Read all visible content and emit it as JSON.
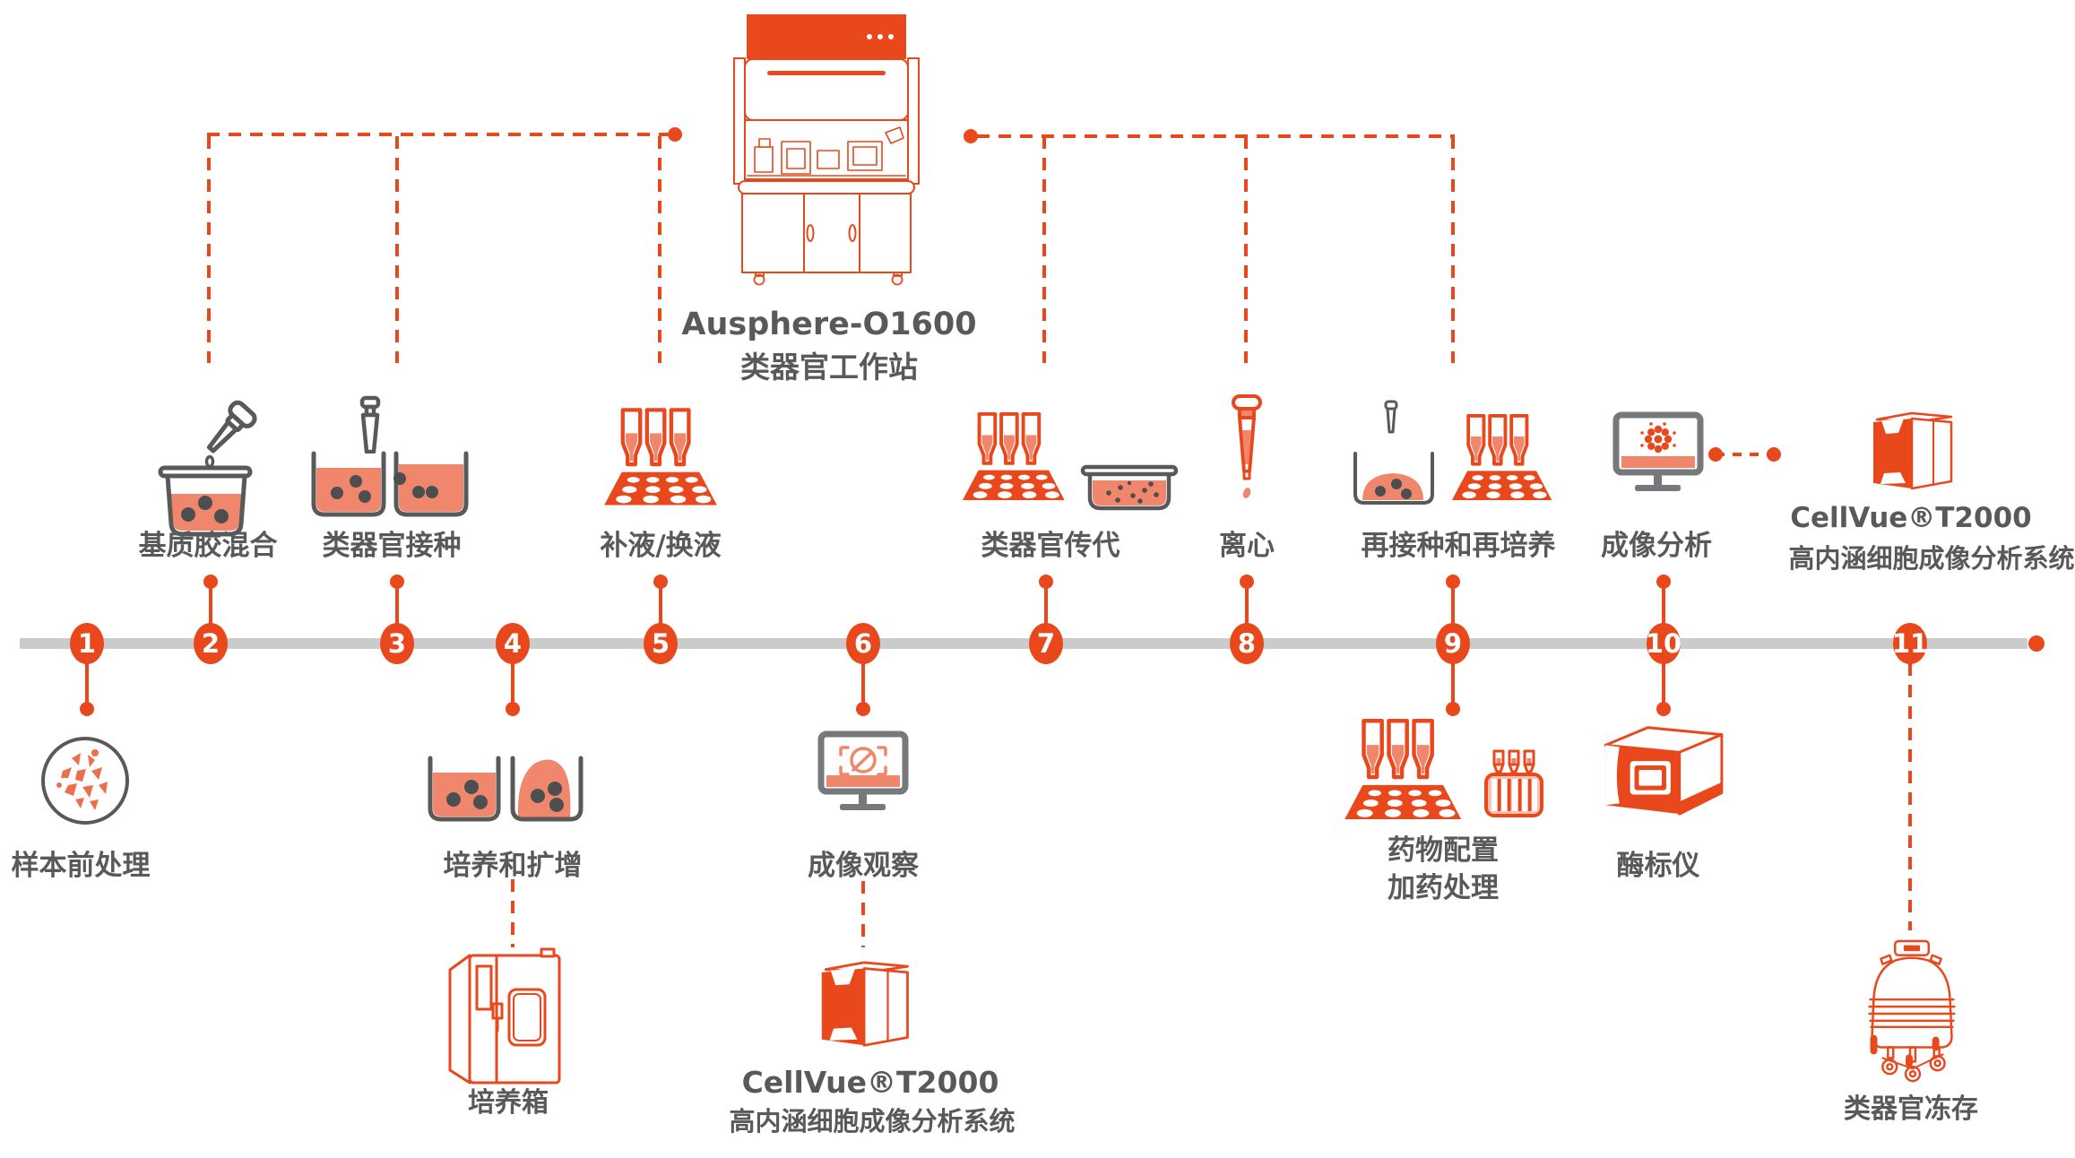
{
  "colors": {
    "accent": "#E8481C",
    "salmon": "#F0876C",
    "ink": "#58595B",
    "rail": "#CBCBCB",
    "monitor": "#77787B"
  },
  "workstation": {
    "model": "Ausphere-O1600",
    "name": "类器官工作站"
  },
  "steps": [
    {
      "num": "1",
      "label": "样本前处理"
    },
    {
      "num": "2",
      "label": "基质胶混合"
    },
    {
      "num": "3",
      "label": "类器官接种"
    },
    {
      "num": "4",
      "label": "培养和扩增"
    },
    {
      "num": "5",
      "label": "补液/换液"
    },
    {
      "num": "6",
      "label": "成像观察"
    },
    {
      "num": "7",
      "label": "类器官传代"
    },
    {
      "num": "8",
      "label": "离心"
    },
    {
      "num": "9",
      "label": "再接种和再培养"
    },
    {
      "num": "10",
      "label": "成像分析"
    },
    {
      "num": "11",
      "label": "类器官冻存"
    }
  ],
  "sub_labels": {
    "drug_prep_line1": "药物配置",
    "drug_prep_line2": "加药处理",
    "plate_reader": "酶标仪",
    "incubator": "培养箱"
  },
  "cellvue": {
    "name": "CellVue®T2000",
    "desc": "高内涵细胞成像分析系统"
  }
}
